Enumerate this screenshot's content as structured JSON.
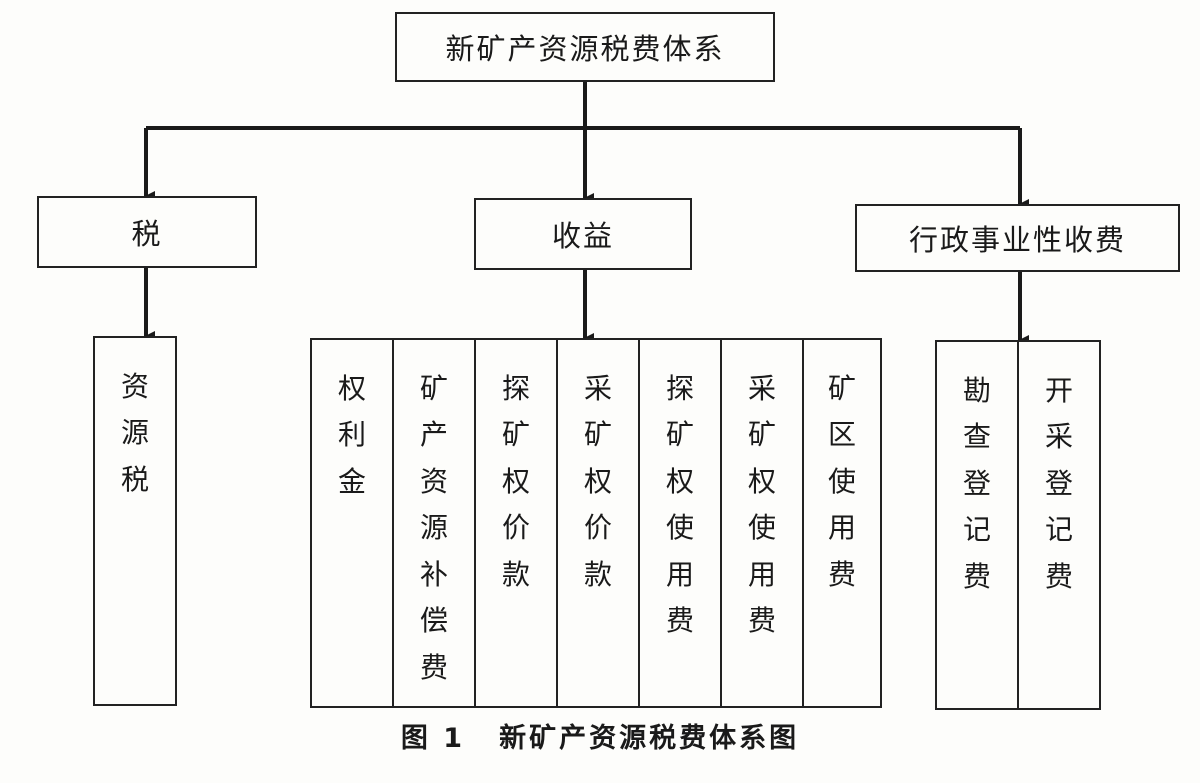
{
  "root": {
    "label": "新矿产资源税费体系"
  },
  "categories": [
    {
      "label": "税"
    },
    {
      "label": "收益"
    },
    {
      "label": "行政事业性收费"
    }
  ],
  "tax_items": [
    {
      "label": "资源税"
    }
  ],
  "revenue_items": [
    {
      "label": "权利金"
    },
    {
      "label": "矿产资源补偿费"
    },
    {
      "label": "探矿权价款"
    },
    {
      "label": "采矿权价款"
    },
    {
      "label": "探矿权使用费"
    },
    {
      "label": "采矿权使用费"
    },
    {
      "label": "矿区使用费"
    }
  ],
  "fee_items": [
    {
      "label": "勘查登记费"
    },
    {
      "label": "开采登记费"
    }
  ],
  "caption": {
    "number": "图 1",
    "title": "新矿产资源税费体系图"
  }
}
